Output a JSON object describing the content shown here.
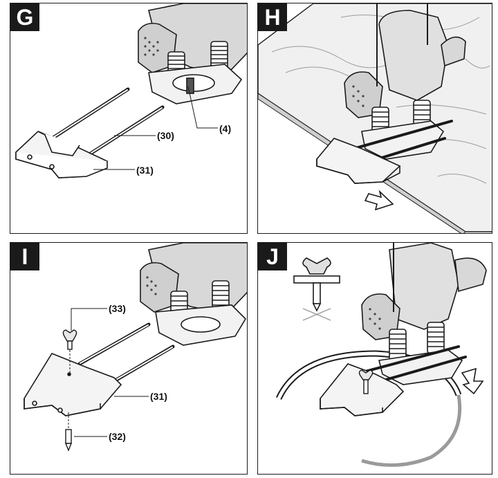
{
  "panels": [
    {
      "letter": "G",
      "callouts": {
        "c30": "(30)",
        "c4": "(4)",
        "c31": "(31)"
      }
    },
    {
      "letter": "H"
    },
    {
      "letter": "I",
      "callouts": {
        "c33": "(33)",
        "c31": "(31)",
        "c32": "(32)"
      }
    },
    {
      "letter": "J"
    }
  ],
  "colors": {
    "ink": "#1a1a1a",
    "wood": "#e9e9e9",
    "shadow": "#9a9a9a",
    "badge": "#1a1a1a"
  },
  "icons": [
    "router-illustration",
    "parallel-guide-illustration",
    "wing-screw-illustration",
    "direction-arrow-icon"
  ]
}
